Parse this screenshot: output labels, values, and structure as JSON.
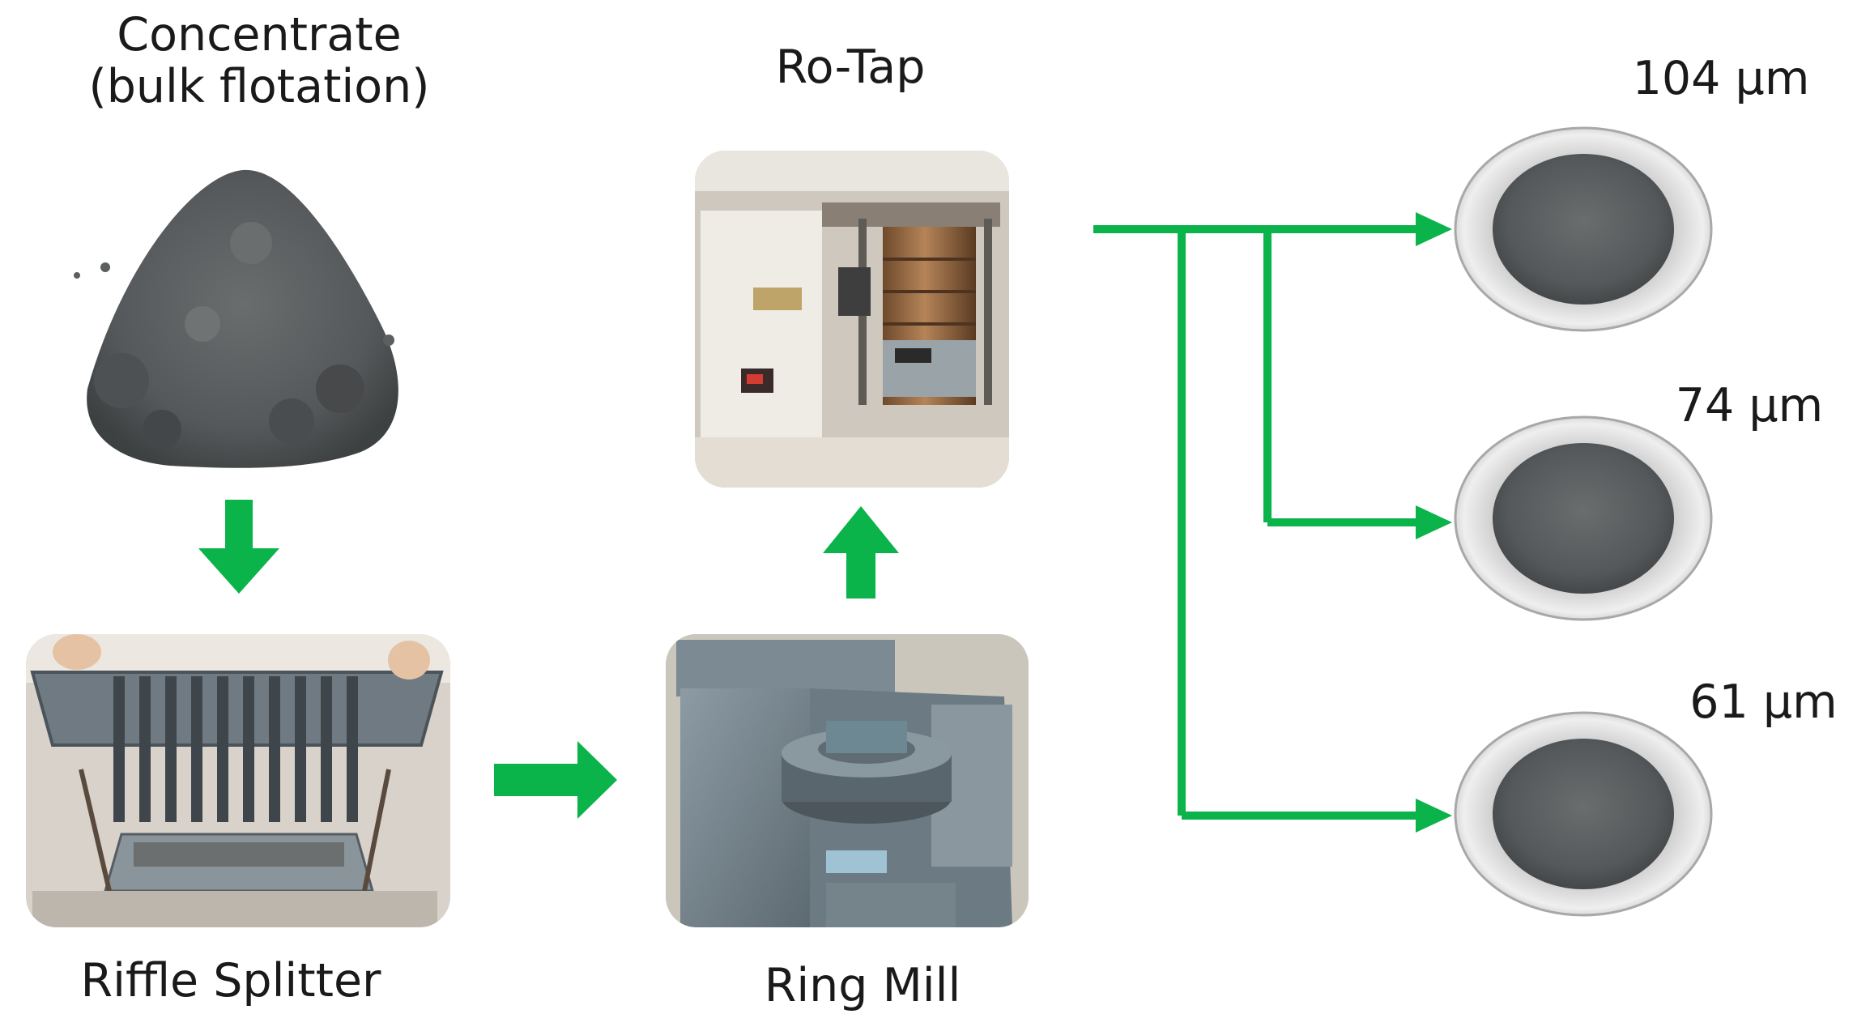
{
  "labels": {
    "concentrate_line1": "Concentrate",
    "concentrate_line2": "(bulk flotation)",
    "riffle_splitter": "Riffle Splitter",
    "ring_mill": "Ring Mill",
    "ro_tap": "Ro-Tap",
    "size_104": "104 µm",
    "size_74": "74 µm",
    "size_61": "61 µm"
  },
  "colors": {
    "arrow": "#0bb34b",
    "powder": "#55585a",
    "powder_dark": "#3f4244",
    "metal": "#7f8c96",
    "foil": "#dcdcdc",
    "photo_bg": "#cfcac1",
    "label_text": "#1a1a1a"
  }
}
